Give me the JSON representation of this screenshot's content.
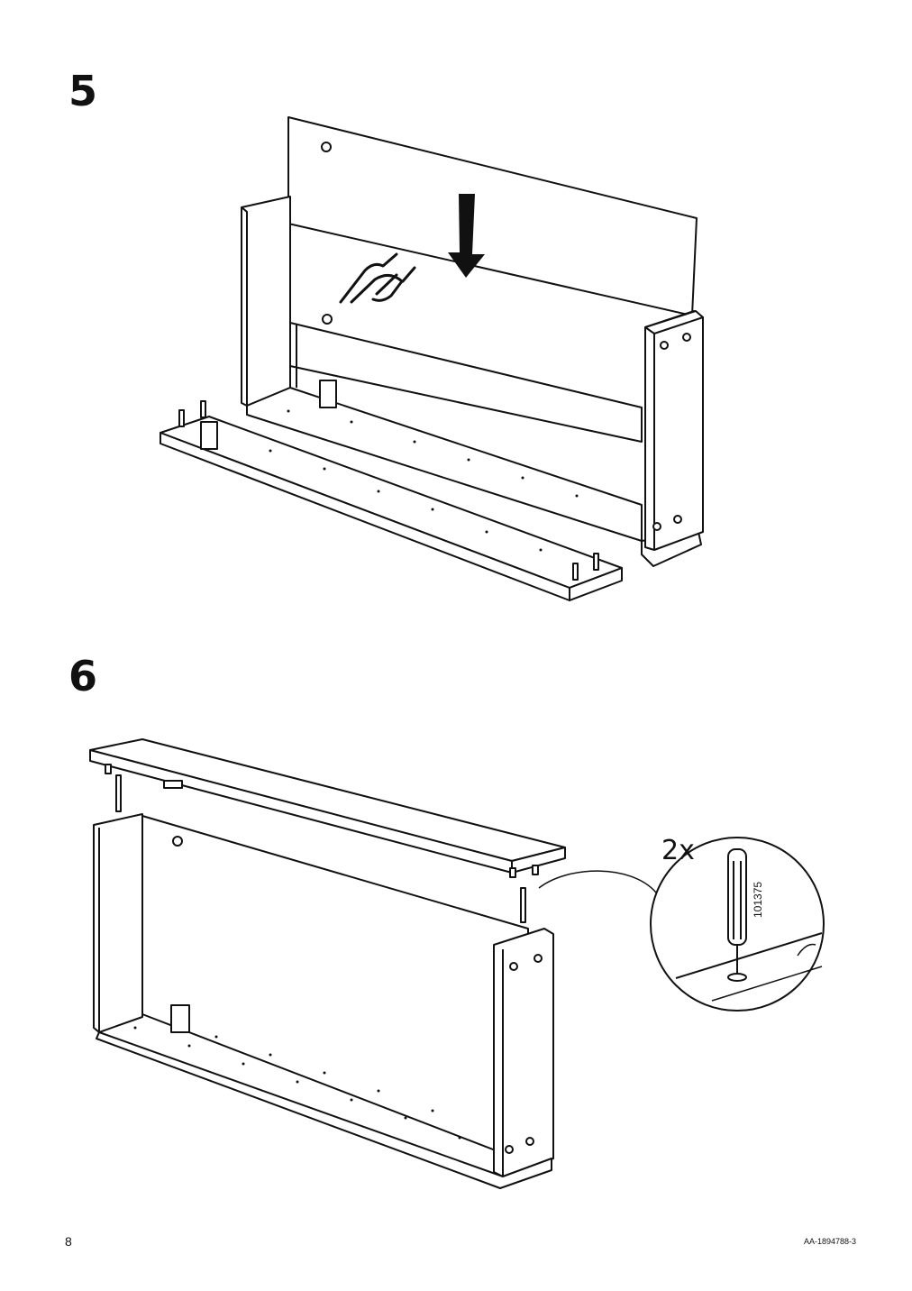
{
  "steps": [
    {
      "number": "5"
    },
    {
      "number": "6"
    }
  ],
  "callout": {
    "quantity": "2x",
    "part_number": "101375"
  },
  "footer": {
    "page_number": "8",
    "doc_code": "AA-1894788-3"
  },
  "icons": {
    "hand": "hand-pressing-icon",
    "arrow": "down-arrow-icon",
    "dowel": "wooden-dowel-icon"
  }
}
